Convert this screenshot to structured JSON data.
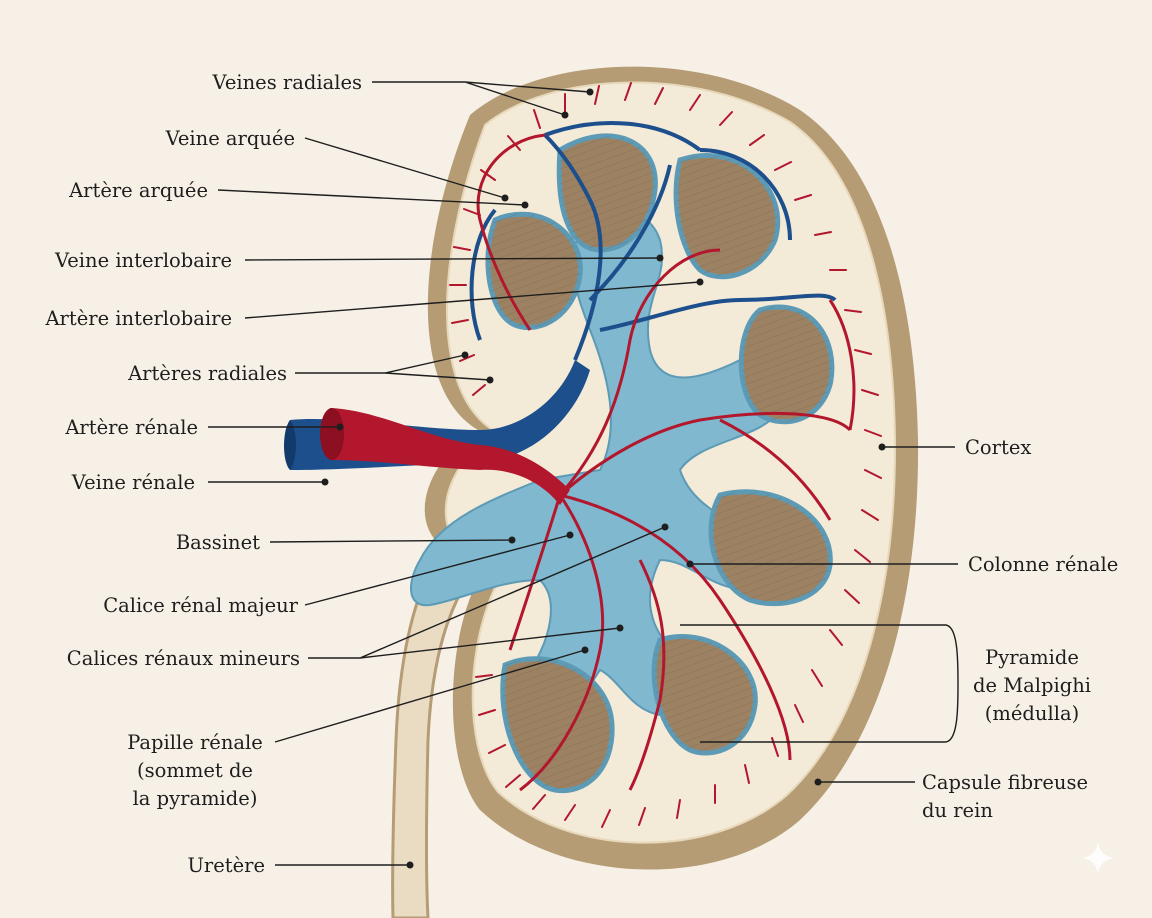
{
  "labels": {
    "veines_radiales": "Veines radiales",
    "veine_arquee": "Veine arquée",
    "artere_arquee": "Artère arquée",
    "veine_interlobaire": "Veine interlobaire",
    "artere_interlobaire": "Artère interlobaire",
    "arteres_radiales": "Artères radiales",
    "artere_renale": "Artère rénale",
    "veine_renale": "Veine rénale",
    "bassinet": "Bassinet",
    "calice_majeur": "Calice rénal majeur",
    "calices_mineurs": "Calices rénaux mineurs",
    "papille": [
      "Papille rénale",
      "(sommet de",
      "la pyramide)"
    ],
    "uretere": "Uretère",
    "cortex": "Cortex",
    "colonne": "Colonne rénale",
    "pyramide": [
      "Pyramide",
      "de Malpighi",
      "(médulla)"
    ],
    "capsule": [
      "Capsule fibreuse",
      "du rein"
    ]
  },
  "colors": {
    "background": "#f6f0e6",
    "capsule": "#b59c75",
    "cortex": "#f3ead8",
    "pelvis": "#7fb8cf",
    "pyramid": "#9c8262",
    "artery": "#b3172d",
    "vein": "#1c4f8c"
  }
}
